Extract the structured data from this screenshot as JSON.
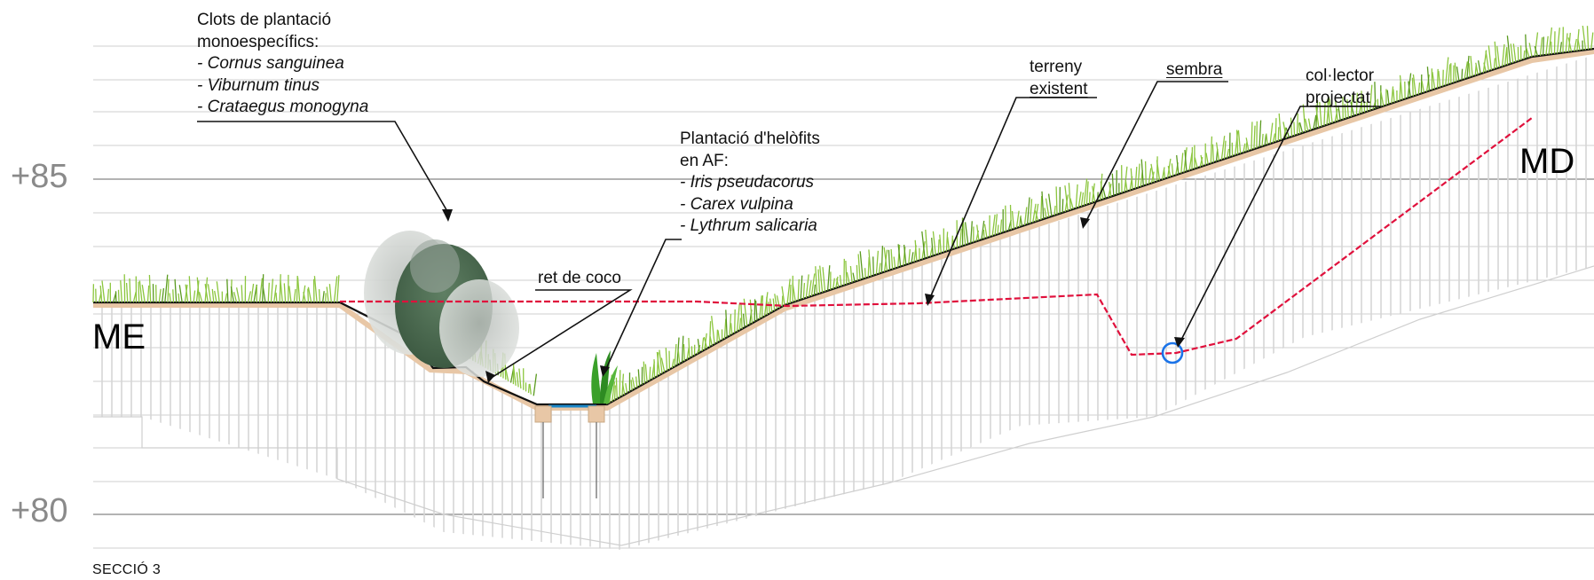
{
  "section_title": "SECCIÓ 3",
  "elevations": {
    "upper": "+85",
    "lower": "+80"
  },
  "margins": {
    "left": "ME",
    "right": "MD"
  },
  "labels": {
    "clots": {
      "line1": "Clots de plantació",
      "line2": "monoespecífics:",
      "species": [
        "- Cornus sanguinea",
        "- Viburnum tinus",
        "- Crataegus monogyna"
      ]
    },
    "helofits": {
      "line1": "Plantació d'helòfits",
      "line2": "en AF:",
      "species": [
        "- Iris pseudacorus",
        "- Carex vulpina",
        "- Lythrum salicaria"
      ]
    },
    "ret_coco": "ret de coco",
    "terreny": [
      "terreny",
      "existent"
    ],
    "sembra": "sembra",
    "collector": [
      "col·lector",
      "projectat"
    ]
  },
  "colors": {
    "grass": "#8cc63f",
    "grass_dark": "#5a9a1f",
    "existing_terrain": "#e0103c",
    "collector": "#1a73e8",
    "soil_edge": "#e8c7a6",
    "grid": "#c8c8c8",
    "hatch": "#d9d9d9",
    "tree": "#4d6b52"
  }
}
